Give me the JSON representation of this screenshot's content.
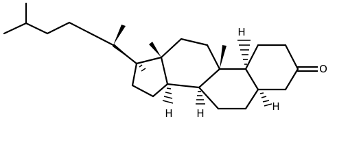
{
  "structure": {
    "atom_labels": {
      "oxygen": "O",
      "h_c5": "H",
      "h_c8": "H",
      "h_c9": "H",
      "h_c14": "H"
    }
  },
  "colors": {
    "ink": "#000000",
    "background": "#ffffff"
  }
}
